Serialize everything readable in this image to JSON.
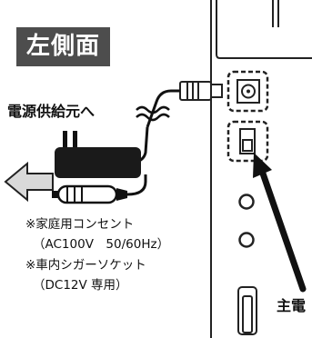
{
  "title": "左側面",
  "power_label": "電源供給元へ",
  "notes": [
    "※家庭用コンセント",
    "（AC100V　50/60Hz）",
    "※車内シガーソケット",
    "（DC12V 専用）"
  ],
  "main_label": "主電",
  "colors": {
    "title_bg": "#4d4d4d",
    "title_text": "#ffffff",
    "adapter": "#1a1a1a",
    "arrow_fill": "#d9d9d9",
    "device_line": "#222222"
  },
  "icons": [
    "ac-adapter-icon",
    "car-cigarette-plug-icon",
    "dc-plug-icon",
    "left-arrow-icon",
    "pointer-arrow-icon"
  ]
}
